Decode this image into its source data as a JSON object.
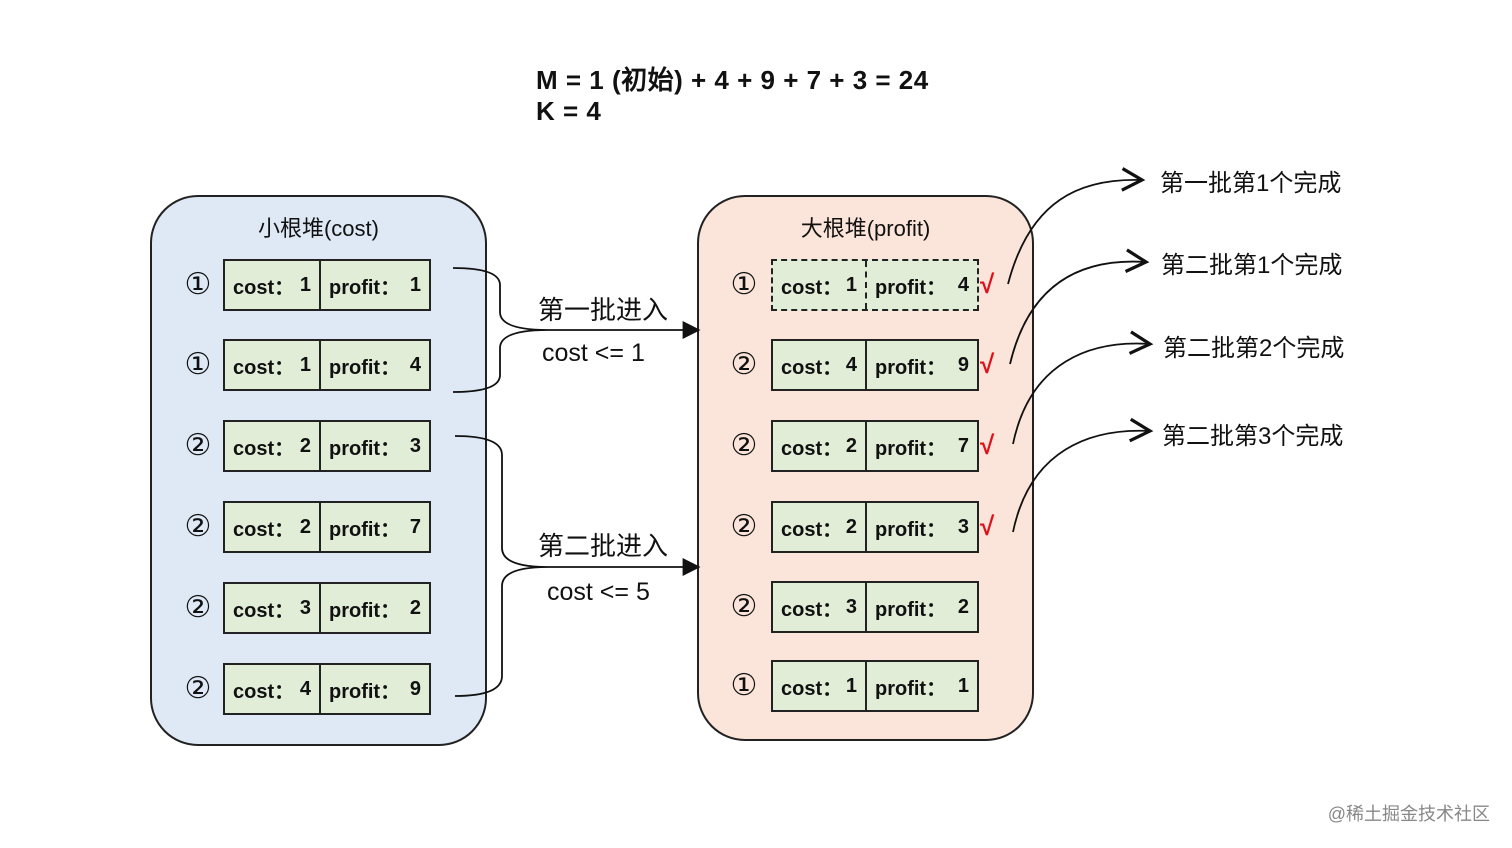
{
  "summary": {
    "m_line": "M = 1 (初始) + 4 + 9 + 7 + 3 = 24",
    "k_line": "K = 4"
  },
  "left_heap": {
    "title": "小根堆(cost)",
    "items": [
      {
        "badge": "①",
        "cost_label": "cost：",
        "cost": "1",
        "profit_label": "profit：",
        "profit": "1"
      },
      {
        "badge": "①",
        "cost_label": "cost：",
        "cost": "1",
        "profit_label": "profit：",
        "profit": "4"
      },
      {
        "badge": "②",
        "cost_label": "cost：",
        "cost": "2",
        "profit_label": "profit：",
        "profit": "3"
      },
      {
        "badge": "②",
        "cost_label": "cost：",
        "cost": "2",
        "profit_label": "profit：",
        "profit": "7"
      },
      {
        "badge": "②",
        "cost_label": "cost：",
        "cost": "3",
        "profit_label": "profit：",
        "profit": "2"
      },
      {
        "badge": "②",
        "cost_label": "cost：",
        "cost": "4",
        "profit_label": "profit：",
        "profit": "9"
      }
    ]
  },
  "right_heap": {
    "title": "大根堆(profit)",
    "check_mark": "√",
    "items": [
      {
        "badge": "①",
        "cost_label": "cost：",
        "cost": "1",
        "profit_label": "profit：",
        "profit": "4",
        "checked": true
      },
      {
        "badge": "②",
        "cost_label": "cost：",
        "cost": "4",
        "profit_label": "profit：",
        "profit": "9",
        "checked": true
      },
      {
        "badge": "②",
        "cost_label": "cost：",
        "cost": "2",
        "profit_label": "profit：",
        "profit": "7",
        "checked": true
      },
      {
        "badge": "②",
        "cost_label": "cost：",
        "cost": "2",
        "profit_label": "profit：",
        "profit": "3",
        "checked": true
      },
      {
        "badge": "②",
        "cost_label": "cost：",
        "cost": "3",
        "profit_label": "profit：",
        "profit": "2",
        "checked": false
      },
      {
        "badge": "①",
        "cost_label": "cost：",
        "cost": "1",
        "profit_label": "profit：",
        "profit": "1",
        "checked": false
      }
    ]
  },
  "batches": [
    {
      "label": "第一批进入",
      "condition": "cost <= 1"
    },
    {
      "label": "第二批进入",
      "condition": "cost <= 5"
    }
  ],
  "completions": [
    "第一批第1个完成",
    "第二批第1个完成",
    "第二批第2个完成",
    "第二批第3个完成"
  ],
  "colors": {
    "left_heap_fill": "#dfe9f5",
    "right_heap_fill": "#fbe4d9",
    "node_fill": "#e1edd7",
    "check": "#e0101a"
  },
  "watermark": "@稀土掘金技术社区"
}
